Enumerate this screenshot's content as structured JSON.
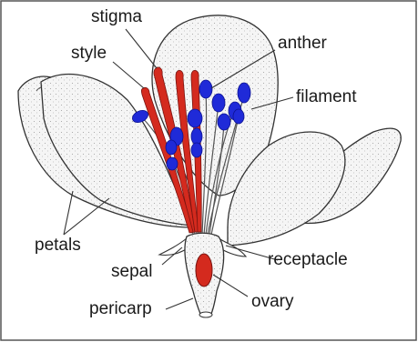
{
  "labels": {
    "stigma": "stigma",
    "style": "style",
    "anther": "anther",
    "filament": "filament",
    "petals": "petals",
    "sepal": "sepal",
    "receptacle": "receptacle",
    "pericarp": "pericarp",
    "ovary": "ovary"
  },
  "colors": {
    "anther": "#1f2ad8",
    "pistil": "#d42a1e",
    "outline": "#333333",
    "petal_fill": "#f4f4f4",
    "frame": "#555555"
  }
}
